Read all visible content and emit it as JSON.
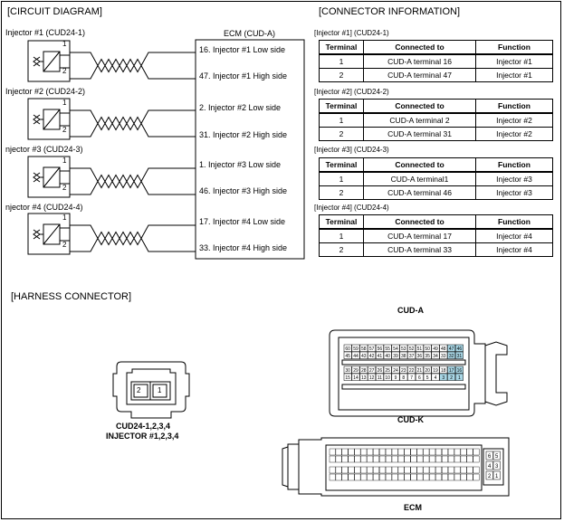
{
  "circuit": {
    "title": "[CIRCUIT DIAGRAM]",
    "ecm_label": "ECM (CUD-A)",
    "injectors": [
      {
        "label": "Injector #1 (CUD24-1)",
        "pin1": "1",
        "pin2": "2",
        "ecm_low": "16. Injector #1 Low side",
        "ecm_high": "47. Injector #1 High side"
      },
      {
        "label": "Injector #2 (CUD24-2)",
        "pin1": "1",
        "pin2": "2",
        "ecm_low": "2. Injector #2 Low side",
        "ecm_high": "31. Injector #2 High side"
      },
      {
        "label": "njector #3 (CUD24-3)",
        "pin1": "1",
        "pin2": "2",
        "ecm_low": "1. Injector #3 Low side",
        "ecm_high": "46. Injector #3 High side"
      },
      {
        "label": "njector #4 (CUD24-4)",
        "pin1": "1",
        "pin2": "2",
        "ecm_low": "17. Injector #4 Low side",
        "ecm_high": "33. Injector #4 High side"
      }
    ]
  },
  "connector_info": {
    "title": "[CONNECTOR INFORMATION]",
    "headers": [
      "Terminal",
      "Connected to",
      "Function"
    ],
    "tables": [
      {
        "caption": "[Injector #1] (CUD24-1)",
        "rows": [
          [
            "1",
            "CUD-A terminal 16",
            "Injector #1"
          ],
          [
            "2",
            "CUD-A terminal 47",
            "Injector #1"
          ]
        ]
      },
      {
        "caption": "[Injector #2] (CUD24-2)",
        "rows": [
          [
            "1",
            "CUD-A terminal 2",
            "Injector #2"
          ],
          [
            "2",
            "CUD-A terminal 31",
            "Injector #2"
          ]
        ]
      },
      {
        "caption": "[Injector #3] (CUD24-3)",
        "rows": [
          [
            "1",
            "CUD-A terminal1",
            "Injector #3"
          ],
          [
            "2",
            "CUD-A terminal 46",
            "Injector #3"
          ]
        ]
      },
      {
        "caption": "[Injector #4] (CUD24-4)",
        "rows": [
          [
            "1",
            "CUD-A terminal 17",
            "Injector #4"
          ],
          [
            "2",
            "CUD-A terminal 33",
            "Injector #4"
          ]
        ]
      }
    ]
  },
  "harness": {
    "title": "[HARNESS CONNECTOR]",
    "injector_connector": {
      "pin_left": "2",
      "pin_right": "1",
      "caption_line1": "CUD24-1,2,3,4",
      "caption_line2": "INJECTOR #1,2,3,4"
    },
    "cud_a_label": "CUD-A",
    "cud_k_label": "CUD-K",
    "ecm_label": "ECM",
    "cud_a_pins": {
      "row1": [
        "60",
        "59",
        "58",
        "57",
        "56",
        "55",
        "54",
        "53",
        "52",
        "51",
        "50",
        "49",
        "48",
        "47",
        "46"
      ],
      "row2": [
        "45",
        "44",
        "43",
        "42",
        "41",
        "40",
        "39",
        "38",
        "37",
        "36",
        "35",
        "34",
        "33",
        "32",
        "31"
      ],
      "row3": [
        "30",
        "29",
        "28",
        "27",
        "26",
        "25",
        "24",
        "23",
        "22",
        "21",
        "20",
        "19",
        "18",
        "17",
        "16"
      ],
      "row4": [
        "15",
        "14",
        "13",
        "12",
        "11",
        "10",
        "9",
        "8",
        "7",
        "6",
        "5",
        "4",
        "3",
        "2",
        "1"
      ]
    },
    "ecm_side_pins": [
      "6",
      "5",
      "4",
      "3",
      "2",
      "1"
    ]
  },
  "colors": {
    "line": "#000000",
    "pin_highlight": "#a9d7e6",
    "pin_bg": "#ffffff"
  }
}
